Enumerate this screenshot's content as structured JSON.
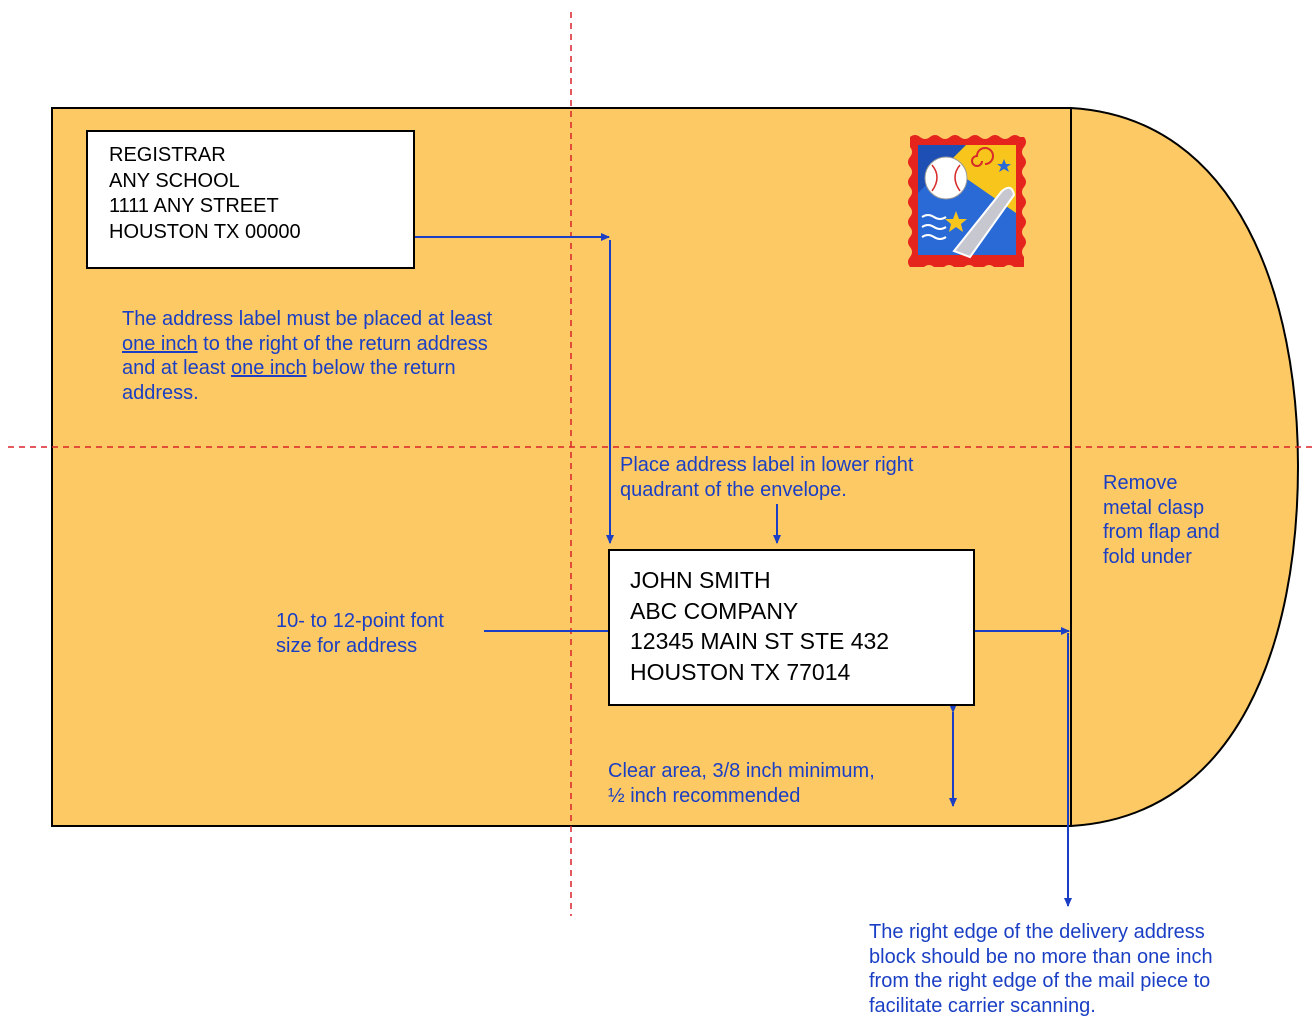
{
  "return_address": {
    "lines": [
      "REGISTRAR",
      "ANY SCHOOL",
      "1111 ANY STREET",
      "HOUSTON TX  00000"
    ]
  },
  "delivery_address": {
    "lines": [
      "JOHN SMITH",
      "ABC COMPANY",
      "12345  MAIN ST  STE  432",
      "HOUSTON  TX  77014"
    ]
  },
  "notes": {
    "return_placement": {
      "line1": "The address label must be placed at least",
      "line2_a": "one inch",
      "line2_b": " to the right of the return address",
      "line3_a": "and at least ",
      "line3_b": "one inch",
      "line3_c": " below the return",
      "line4": "address."
    },
    "quadrant": [
      "Place address label in lower right",
      "quadrant of the envelope."
    ],
    "font": [
      "10- to 12-point font",
      "size for address"
    ],
    "clear_area": [
      "Clear area, 3/8 inch minimum,",
      "½ inch recommended"
    ],
    "clasp": [
      "Remove",
      "metal clasp",
      "from flap and",
      "fold under"
    ],
    "right_edge": [
      "The right edge of the delivery address",
      "block should be no more than one inch",
      "from the right edge of the mail piece to",
      "facilitate carrier scanning."
    ]
  },
  "colors": {
    "envelope": "#fdc964",
    "guide_line": "#d9242a",
    "annotation": "#1a3fc4",
    "arrow": "#1a3fc4"
  },
  "stamp": {
    "icon": "baseball-stamp-icon"
  }
}
